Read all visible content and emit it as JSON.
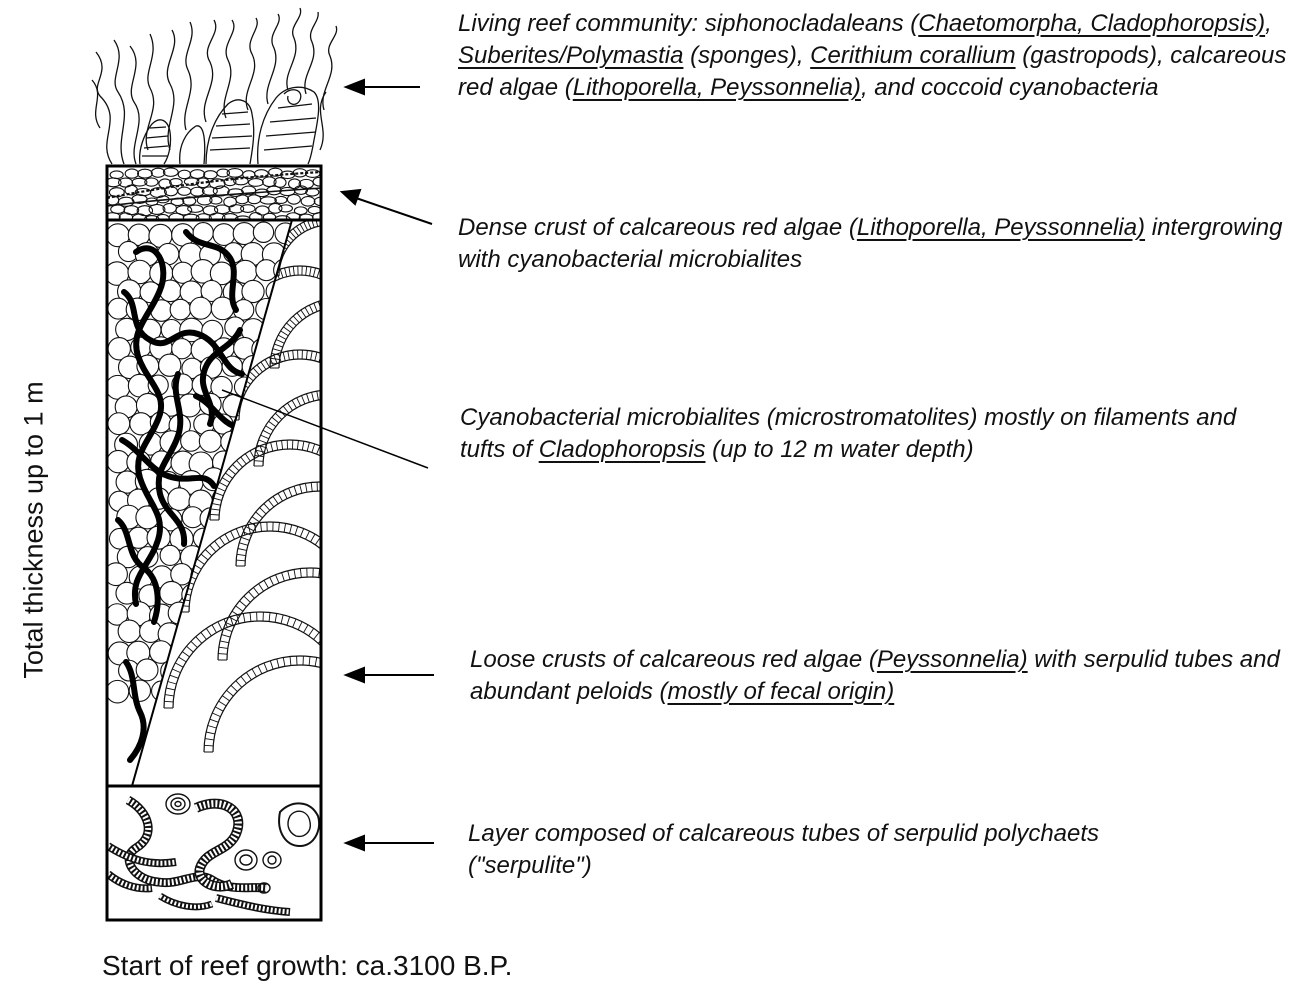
{
  "side_label": "Total thickness up to 1 m",
  "footer": "Start of reef growth: ca.3100 B.P.",
  "annotations": [
    {
      "id": "living-community",
      "segments": [
        {
          "t": "Living reef community: siphonocladaleans (",
          "u": false
        },
        {
          "t": "Chaetomorpha, Cladophoropsis)",
          "u": true
        },
        {
          "t": ", ",
          "u": false
        },
        {
          "t": "Suberites/Polymastia",
          "u": true
        },
        {
          "t": " (sponges), ",
          "u": false
        },
        {
          "t": "Cerithium corallium",
          "u": true
        },
        {
          "t": " (gastropods), calcareous red algae (",
          "u": false
        },
        {
          "t": "Lithoporella, Peyssonnelia)",
          "u": true
        },
        {
          "t": ", and coccoid cyanobacteria",
          "u": false
        }
      ]
    },
    {
      "id": "dense-crust",
      "segments": [
        {
          "t": "Dense crust of calcareous red algae (",
          "u": false
        },
        {
          "t": "Lithoporella, Peyssonnelia)",
          "u": true
        },
        {
          "t": " intergrowing with cyanobacterial microbialites",
          "u": false
        }
      ]
    },
    {
      "id": "microbialites",
      "segments": [
        {
          "t": "Cyanobacterial microbialites (microstromatolites) mostly on filaments and tufts of ",
          "u": false
        },
        {
          "t": "Cladophoropsis",
          "u": true
        },
        {
          "t": " (up to 12 m water depth)",
          "u": false
        }
      ]
    },
    {
      "id": "loose-crusts",
      "segments": [
        {
          "t": "Loose crusts of calcareous red algae (",
          "u": false
        },
        {
          "t": "Peyssonnelia)",
          "u": true
        },
        {
          "t": " with serpulid tubes and abundant peloids (",
          "u": false
        },
        {
          "t": "mostly of fecal origin)",
          "u": true
        }
      ]
    },
    {
      "id": "serpulite-layer",
      "segments": [
        {
          "t": "Layer composed of calcareous tubes of serpulid polychaets (\"serpulite\")",
          "u": false
        }
      ]
    }
  ]
}
